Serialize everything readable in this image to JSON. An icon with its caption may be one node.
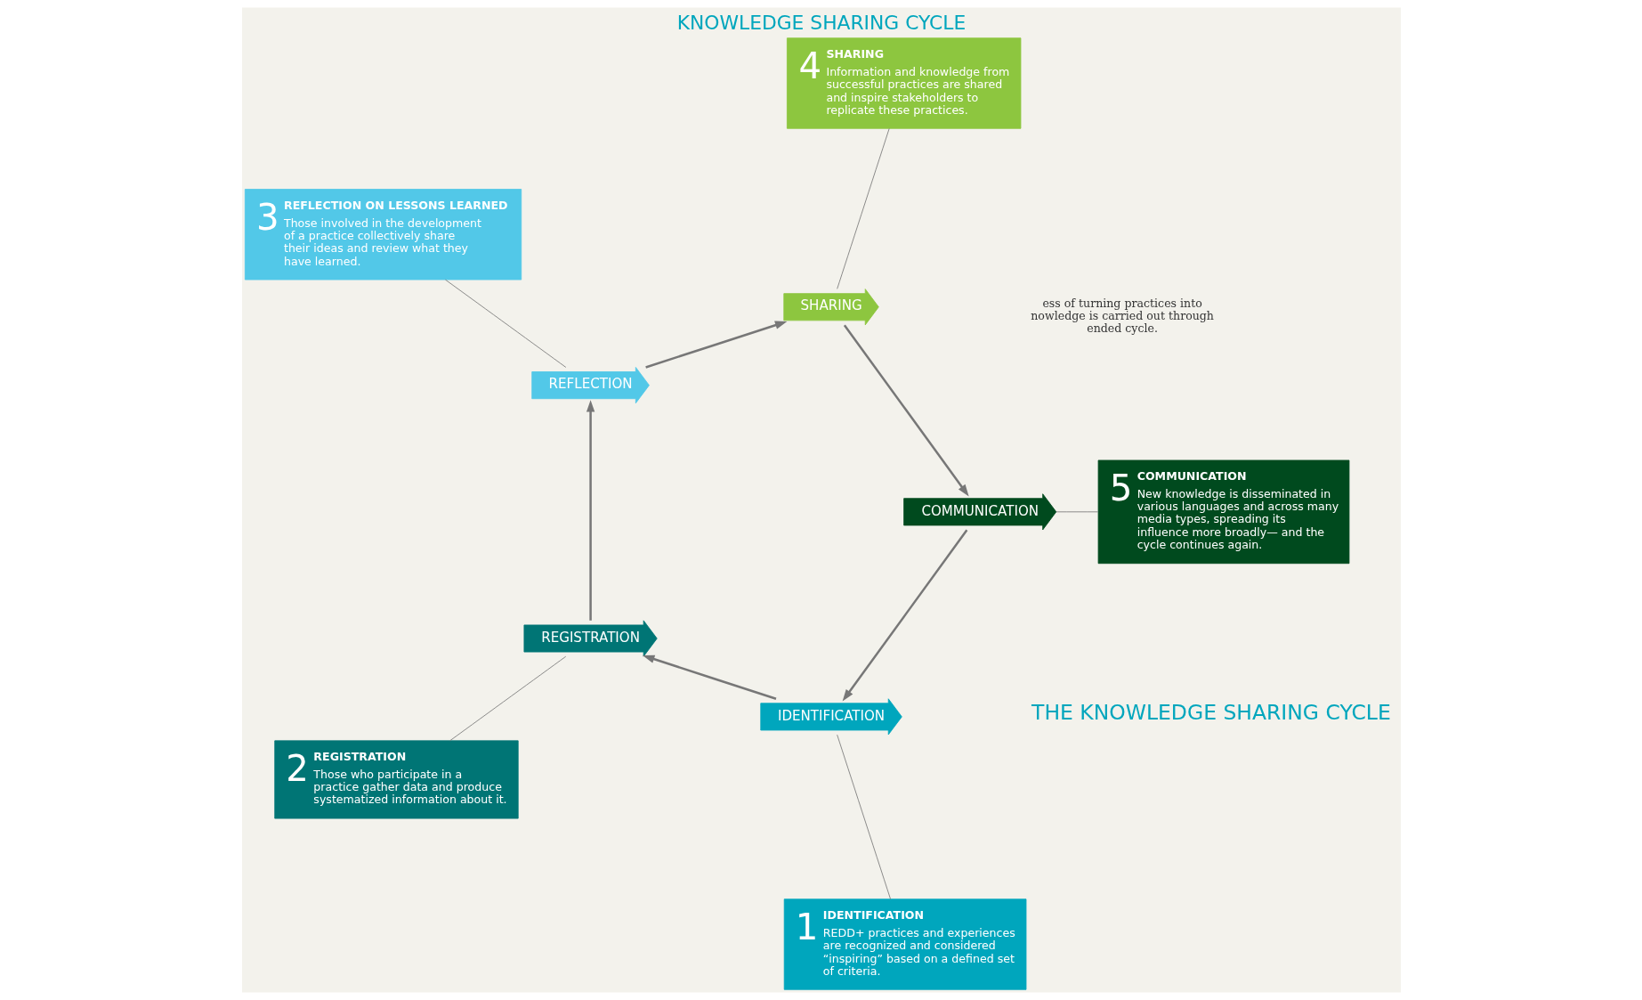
{
  "diagram": {
    "title": "KNOWLEDGE SHARING CYCLE",
    "nodes": [
      {
        "text": [
          "IDENTIFICATION"
        ]
      },
      {
        "text": [
          "REGISTRATION"
        ]
      },
      {
        "text": [
          "REFLECTION"
        ]
      },
      {
        "text": [
          "SHARING"
        ]
      },
      {
        "text": [
          "COMMUNICATION"
        ]
      },
      {
        "text": [
          "1",
          "IDENTIFICATION",
          "REDD+ practices and experiences are recognized and considered “inspiring” based on a defined set of criteria."
        ]
      },
      {
        "text": [
          "2",
          "REGISTRATION",
          "Those who participate in a practice gather data and produce systematized information about it."
        ]
      },
      {
        "text": [
          "3",
          "REFLECTION ON LESSONS LEARNED",
          "Those involved in the development of a practice collectively share their ideas and review what they have learned."
        ]
      },
      {
        "text": [
          "4",
          "SHARING",
          "Information and knowledge from successful practices are shared and inspire stakeholders to replicate these practices."
        ]
      },
      {
        "text": [
          "5",
          "COMMUNICATION",
          "New knowledge is disseminated in various languages and across many media types, spreading its influence more broadly— and the cycle continues again."
        ]
      }
    ],
    "edges": [
      {
        "from": 0,
        "to": 1,
        "arrow": "to"
      },
      {
        "from": 1,
        "to": 2,
        "arrow": "to"
      },
      {
        "from": 2,
        "to": 3,
        "arrow": "to"
      },
      {
        "from": 3,
        "to": 4,
        "arrow": "to"
      },
      {
        "from": 4,
        "to": 0,
        "arrow": "to"
      },
      {
        "from": 5,
        "to": 0,
        "arrow": "none"
      },
      {
        "from": 6,
        "to": 1,
        "arrow": "none"
      },
      {
        "from": 7,
        "to": 2,
        "arrow": "none"
      },
      {
        "from": 8,
        "to": 3,
        "arrow": "none"
      },
      {
        "from": 9,
        "to": 4,
        "arrow": "none"
      }
    ],
    "labels": [
      "ess of turning practices into nowledge is carried out through ended cycle.",
      "THE KNOWLEDGE SHARING CYCLE"
    ]
  }
}
